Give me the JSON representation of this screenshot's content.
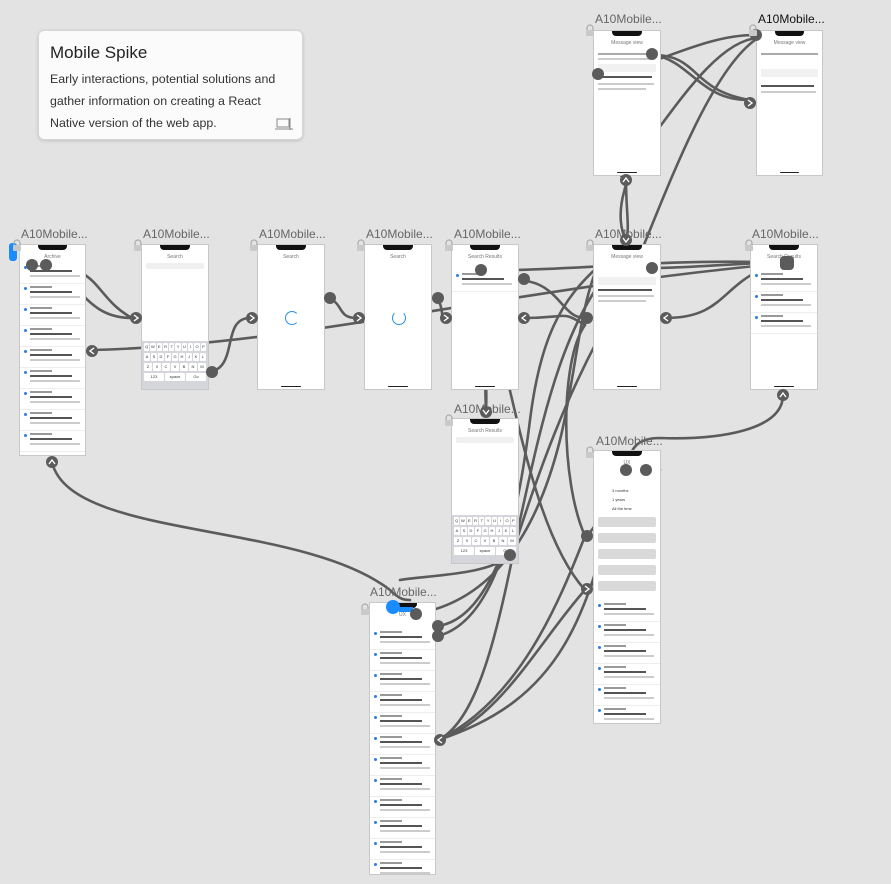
{
  "canvas": {
    "background": "#e3e3e3",
    "link_color": "#5b5b5b",
    "accent": "#1a8cff"
  },
  "note": {
    "title": "Mobile Spike",
    "body": "Early interactions, potential solutions and gather information on creating a React Native version of the web app.",
    "icon": "presentation-icon"
  },
  "artboards": [
    {
      "id": "inbox",
      "title": "A10Mobile...",
      "screen_label": "Archive"
    },
    {
      "id": "search",
      "title": "A10Mobile...",
      "screen_label": "Search"
    },
    {
      "id": "loading-1",
      "title": "A10Mobile...",
      "screen_label": "Search"
    },
    {
      "id": "loading-2",
      "title": "A10Mobile...",
      "screen_label": "Search"
    },
    {
      "id": "search-results",
      "title": "A10Mobile...",
      "screen_label": "Search Results"
    },
    {
      "id": "message-view-top",
      "title": "A10Mobile...",
      "screen_label": "Message view"
    },
    {
      "id": "message-view-right",
      "title": "A10Mobile...",
      "screen_label": "Message view"
    },
    {
      "id": "message-view-mid",
      "title": "A10Mobile...",
      "screen_label": "Message view"
    },
    {
      "id": "search-results-right",
      "title": "A10Mobile...",
      "screen_label": "Search Results"
    },
    {
      "id": "search-keyboard",
      "title": "A10Mobile...",
      "screen_label": "Search Results"
    },
    {
      "id": "filter-menu",
      "title": "A10Mobile...",
      "screen_label": "UX",
      "filter_options": [
        "3 months",
        "1 years",
        "All the time"
      ]
    },
    {
      "id": "results-list",
      "title": "A10Mobile...",
      "screen_label": "UX"
    }
  ],
  "keyboard": {
    "row1": [
      "Q",
      "W",
      "E",
      "R",
      "T",
      "Y",
      "U",
      "I",
      "O",
      "P"
    ],
    "row2": [
      "A",
      "S",
      "D",
      "F",
      "G",
      "H",
      "J",
      "K",
      "L"
    ],
    "row3": [
      "Z",
      "X",
      "C",
      "V",
      "B",
      "N",
      "M"
    ],
    "row4": [
      "123",
      "space",
      "Go"
    ]
  }
}
